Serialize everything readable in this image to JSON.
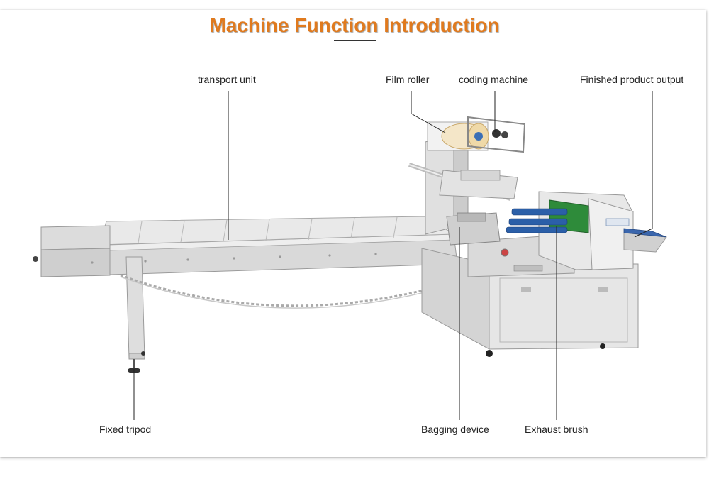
{
  "title": "Machine Function Introduction",
  "labels": {
    "transport_unit": "transport unit",
    "film_roller": "Film roller",
    "coding_machine": "coding machine",
    "finished_output": "Finished product output",
    "fixed_tripod": "Fixed tripod",
    "bagging_device": "Bagging device",
    "exhaust_brush": "Exhaust brush"
  },
  "colors": {
    "title": "#e07a1e",
    "machine_body": "#e3e3e3",
    "frame": "#c8c8c8",
    "brush": "#2b5fa8",
    "green_panel": "#2e8b3a"
  }
}
